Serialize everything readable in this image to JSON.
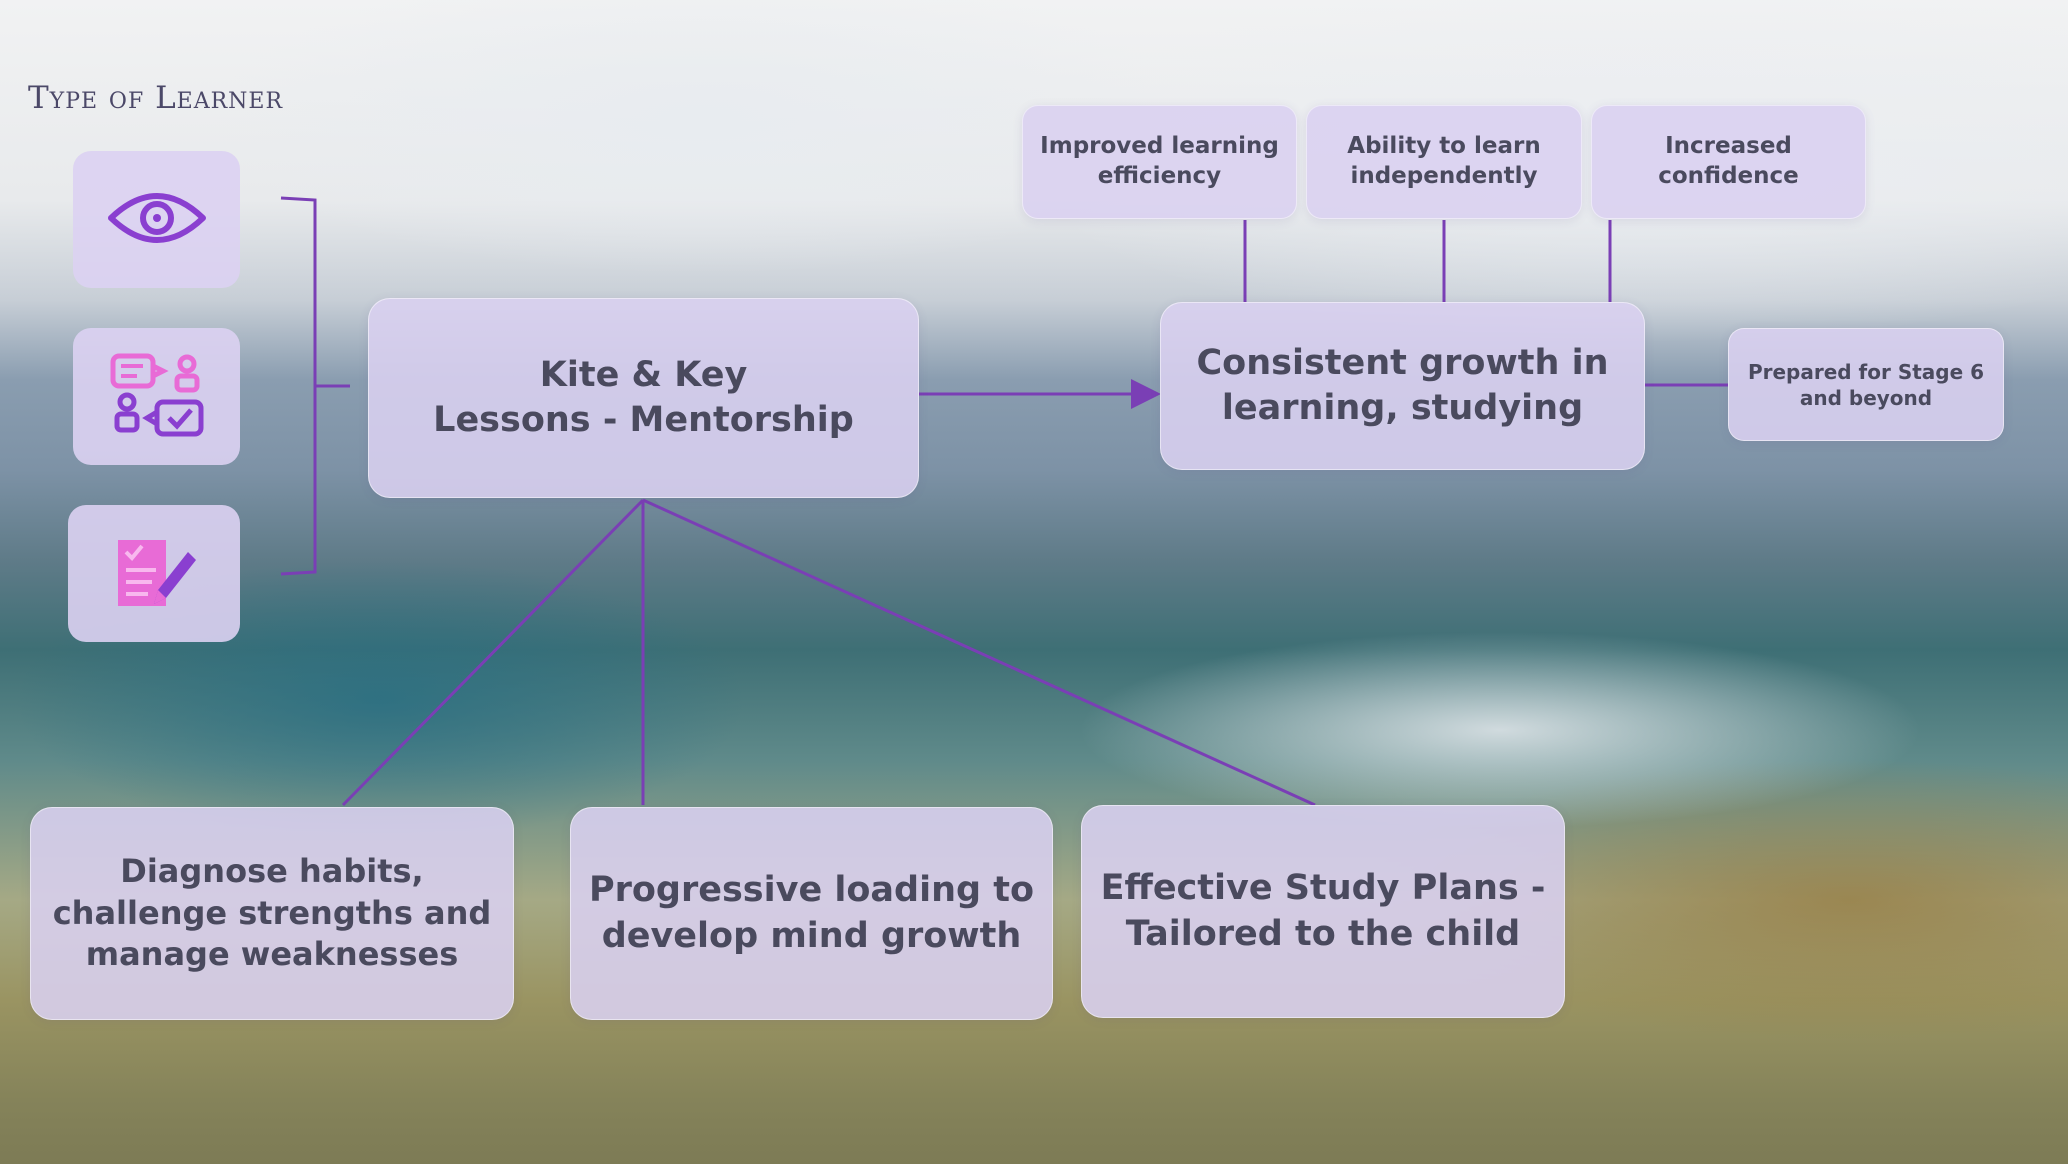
{
  "header": {
    "title": "Type of Learner"
  },
  "learner_icons": [
    {
      "icon": "eye-icon"
    },
    {
      "icon": "discussion-icon"
    },
    {
      "icon": "notes-pencil-icon"
    }
  ],
  "center": {
    "label": "Kite & Key\nLessons - Mentorship"
  },
  "outcome": {
    "label": "Consistent growth in\nlearning, studying"
  },
  "benefits": [
    {
      "label": "Improved learning\nefficiency"
    },
    {
      "label": "Ability to learn\nindependently"
    },
    {
      "label": "Increased\nconfidence"
    }
  ],
  "future": {
    "label": "Prepared for Stage 6\nand beyond"
  },
  "methods": [
    {
      "label": "Diagnose habits,\nchallenge strengths and\nmanage weaknesses"
    },
    {
      "label": "Progressive loading to\ndevelop mind growth"
    },
    {
      "label": "Effective Study Plans -\nTailored to the child"
    }
  ],
  "colors": {
    "accent": "#7a3fb5",
    "icon_purple": "#8a3fd0",
    "icon_pink": "#e86bd6",
    "box_fill": "#dad0f0"
  }
}
